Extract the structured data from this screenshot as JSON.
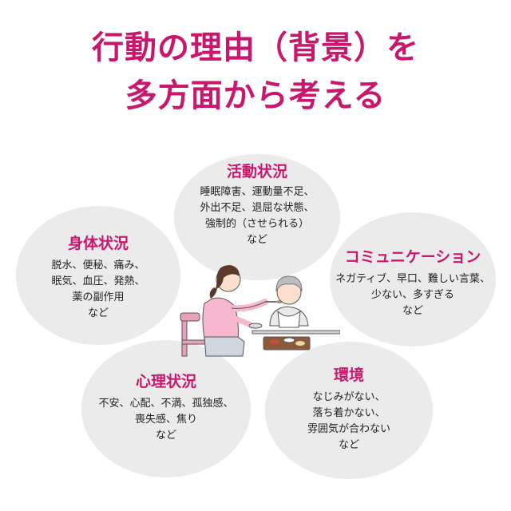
{
  "title": {
    "line1": "行動の理由（背景）を",
    "line2": "多方面から考える"
  },
  "bubbles": {
    "activity": {
      "title": "活動状況",
      "lines": [
        "睡眠障害、運動量不足、",
        "外出不足、退屈な状態、",
        "強制的（させられる）",
        "など"
      ]
    },
    "body": {
      "title": "身体状況",
      "lines": [
        "脱水、便秘、痛み、",
        "眠気、血圧、発熱、",
        "薬の副作用",
        "など"
      ]
    },
    "communication": {
      "title": "コミュニケーション",
      "lines": [
        "ネガティブ、早口、難しい言葉、",
        "少ない、多すぎる",
        "など"
      ]
    },
    "mind": {
      "title": "心理状況",
      "lines": [
        "不安、心配、不満、孤独感、",
        "喪失感、焦り",
        "など"
      ]
    },
    "environment": {
      "title": "環境",
      "lines": [
        "なじみがない、",
        "落ち着かない、",
        "雰囲気が合わない",
        "など"
      ]
    }
  },
  "colors": {
    "accent": "#c8186e",
    "bubble": "#ebebeb",
    "caregiver_shirt": "#f7b8cf",
    "chair": "#e9a0bd"
  },
  "illustration": "caregiver-feeding-elderly-person"
}
